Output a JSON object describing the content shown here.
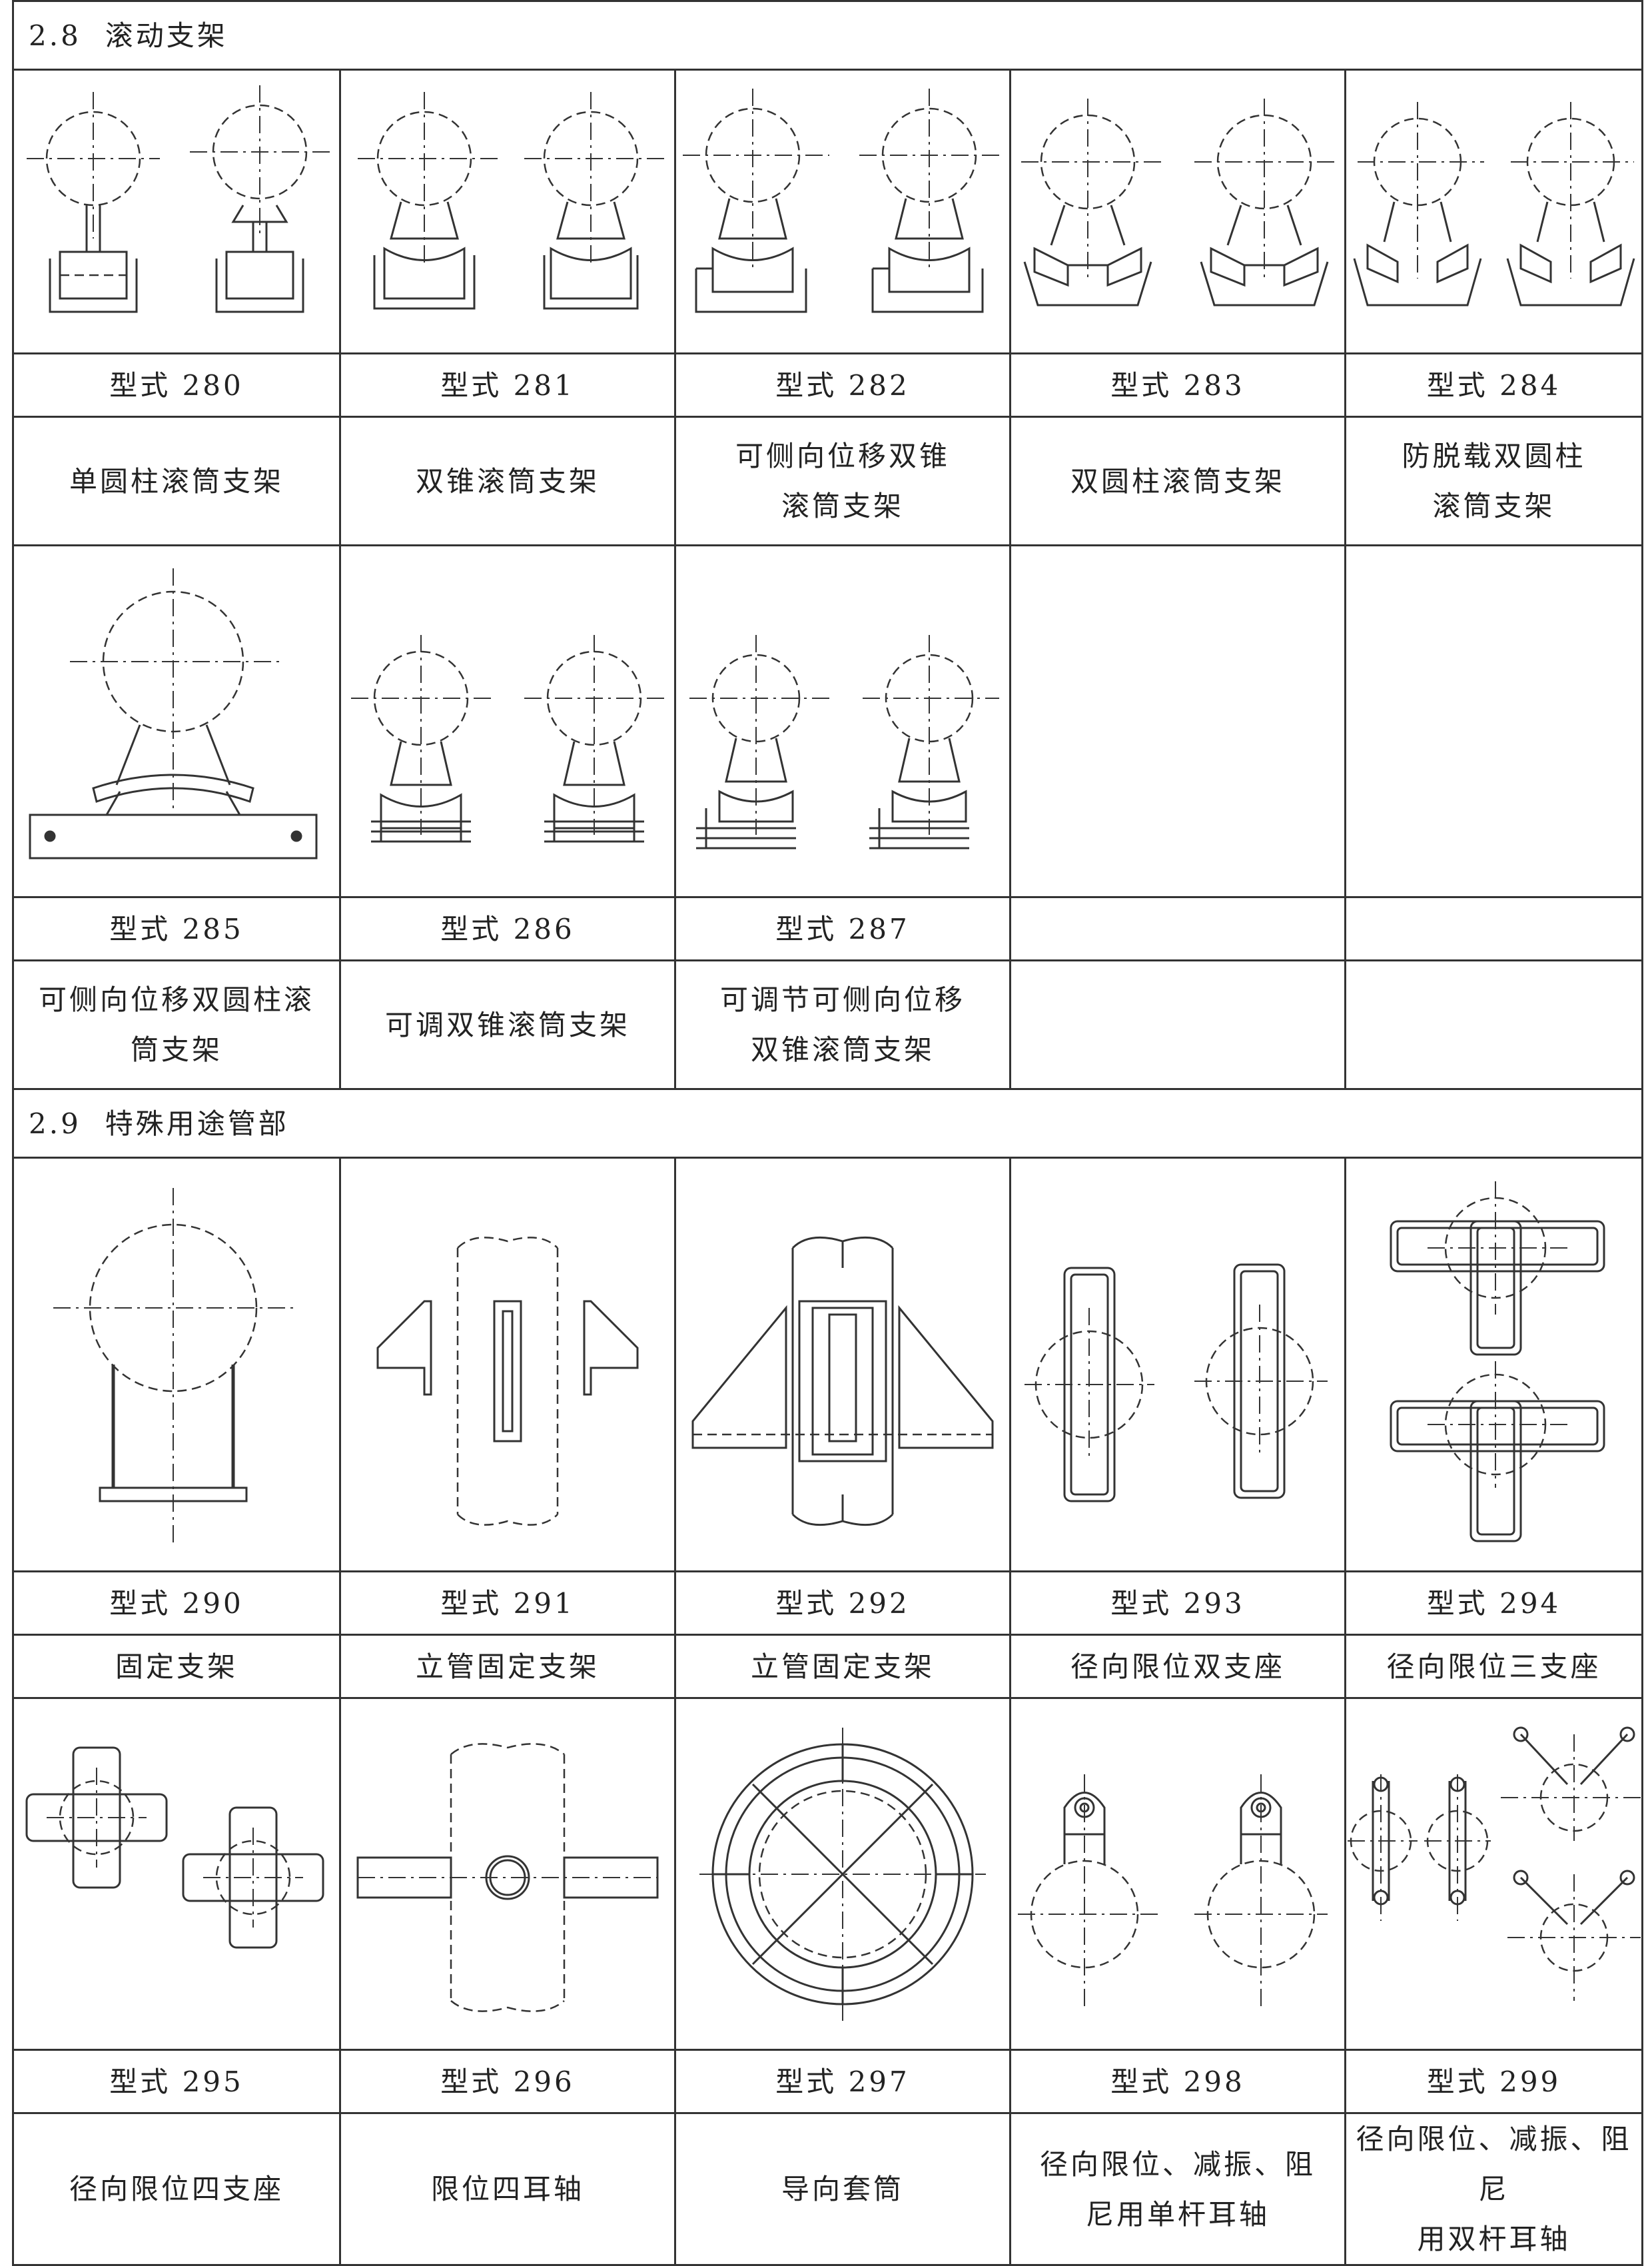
{
  "sections": [
    {
      "number": "2.8",
      "title": "滚动支架"
    },
    {
      "number": "2.9",
      "title": "特殊用途管部"
    }
  ],
  "labels": {
    "r1": [
      "型式 280",
      "型式 281",
      "型式 282",
      "型式 283",
      "型式 284"
    ],
    "r2": [
      "型式 285",
      "型式 286",
      "型式 287",
      "",
      ""
    ],
    "r3": [
      "型式 290",
      "型式 291",
      "型式 292",
      "型式 293",
      "型式 294"
    ],
    "r4": [
      "型式 295",
      "型式 296",
      "型式 297",
      "型式 298",
      "型式 299"
    ]
  },
  "names": {
    "r1": [
      [
        "单圆柱滚筒支架"
      ],
      [
        "双锥滚筒支架"
      ],
      [
        "可侧向位移双锥",
        "滚筒支架"
      ],
      [
        "双圆柱滚筒支架"
      ],
      [
        "防脱载双圆柱",
        "滚筒支架"
      ]
    ],
    "r2": [
      [
        "可侧向位移双圆柱滚",
        "筒支架"
      ],
      [
        "可调双锥滚筒支架"
      ],
      [
        "可调节可侧向位移",
        "双锥滚筒支架"
      ],
      [
        ""
      ],
      [
        ""
      ]
    ],
    "r3": [
      [
        "固定支架"
      ],
      [
        "立管固定支架"
      ],
      [
        "立管固定支架"
      ],
      [
        "径向限位双支座"
      ],
      [
        "径向限位三支座"
      ]
    ],
    "r4": [
      [
        "径向限位四支座"
      ],
      [
        "限位四耳轴"
      ],
      [
        "导向套筒"
      ],
      [
        "径向限位、减振、阻",
        "尼用单杆耳轴"
      ],
      [
        "径向限位、减振、阻尼",
        "用双杆耳轴"
      ]
    ]
  }
}
